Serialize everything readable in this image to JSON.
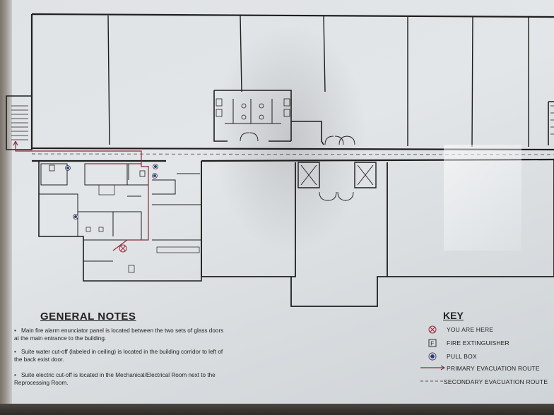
{
  "general_notes": {
    "title": "GENERAL NOTES",
    "items": [
      "Main fire alarm enunciator panel is located between the two sets of glass doors at the main entrance to the building.",
      "Suite water cut-off (labeled in ceiling) is located in the building corridor to left of the back exist door.",
      "Suite electric cut-off is located in the Mechanical/Electrical Room next to the Reprocessing Room."
    ]
  },
  "key": {
    "title": "KEY",
    "items": [
      {
        "icon": "you-are-here-icon",
        "label": "YOU ARE HERE"
      },
      {
        "icon": "fire-extinguisher-icon",
        "label": "FIRE EXTINGUISHER"
      },
      {
        "icon": "pull-box-icon",
        "label": "PULL BOX"
      },
      {
        "icon": "primary-route-line-icon",
        "label": "PRIMARY EVACUATION ROUTE"
      },
      {
        "icon": "secondary-route-line-icon",
        "label": "SECONDARY EVACUATION ROUTE"
      }
    ]
  },
  "colors": {
    "wall": "#1e1e1e",
    "primary_route": "#8a2a3a",
    "secondary_route": "#555555",
    "pull_box": "#2a3a8a",
    "you_are_here": "#a02a3a"
  }
}
